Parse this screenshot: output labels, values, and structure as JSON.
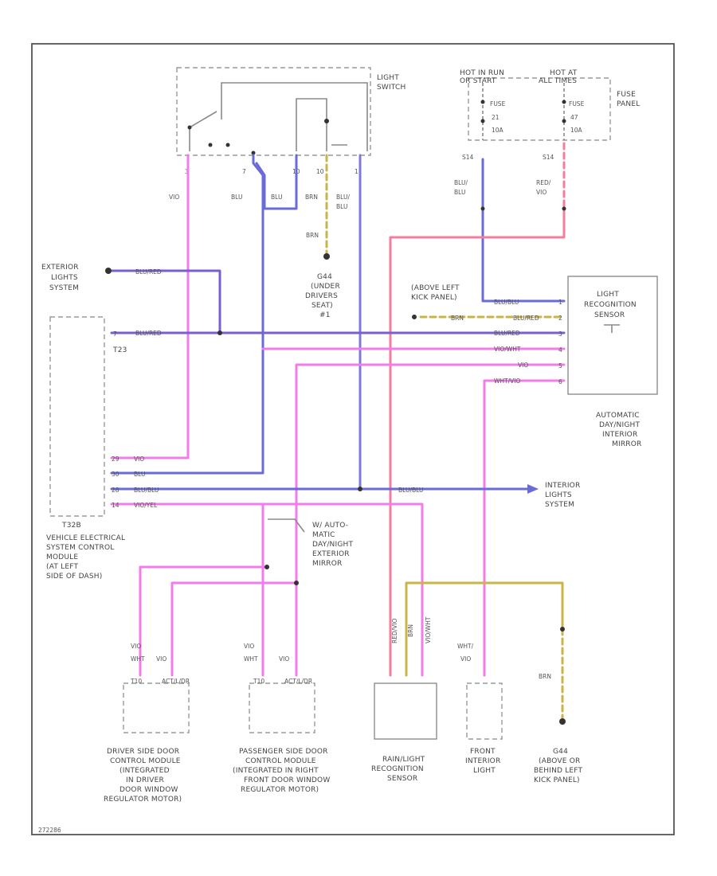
{
  "colors": {
    "pink": "#f27ce9",
    "blue": "#6a6ad8",
    "violet": "#7a5fcf",
    "red": "#f47c9c",
    "yellow": "#c9b44a",
    "gray": "#8a8a8a"
  },
  "labels": {
    "light_switch": [
      "LIGHT",
      "SWITCH"
    ],
    "hot_run": [
      "HOT IN RUN",
      "OR START"
    ],
    "hot_all": [
      "HOT AT",
      "ALL TIMES"
    ],
    "fuse_panel": [
      "FUSE",
      "PANEL"
    ],
    "fuse_left": [
      "FUSE",
      "21",
      "10A"
    ],
    "fuse_right": [
      "FUSE",
      "47",
      "10A"
    ],
    "ext_lights": [
      "EXTERIOR",
      "LIGHTS",
      "SYSTEM"
    ],
    "g44": [
      "G44",
      "(UNDER",
      "DRIVERS",
      "SEAT)",
      "#1"
    ],
    "above_left": [
      "(ABOVE LEFT",
      "KICK PANEL)"
    ],
    "light_sensor": [
      "LIGHT",
      "RECOGNITION",
      "SENSOR"
    ],
    "auto_sensor": [
      "AUTOMATIC",
      "DAY/NIGHT",
      "INTERIOR",
      "MIRROR"
    ],
    "int_lights": [
      "INTERIOR",
      "LIGHTS",
      "SYSTEM"
    ],
    "vesc": [
      "VEHICLE ELECTRICAL",
      "SYSTEM CONTROL",
      "MODULE",
      "(AT LEFT",
      "SIDE OF DASH)"
    ],
    "auto_ext_mirror": [
      "W/ AUTO-",
      "MATIC",
      "DAY/NIGHT",
      "EXTERIOR",
      "MIRROR"
    ],
    "driver_door": [
      "DRIVER SIDE DOOR",
      "CONTROL MODULE",
      "(INTEGRATED",
      "IN DRIVER",
      "DOOR WINDOW",
      "REGULATOR MOTOR)"
    ],
    "pass_door": [
      "PASSENGER SIDE DOOR",
      "CONTROL MODULE",
      "(INTEGRATED IN RIGHT",
      "FRONT DOOR WINDOW",
      "REGULATOR MOTOR)"
    ],
    "rain_sensor": [
      "RAIN/LIGHT",
      "RECOGNITION",
      "SENSOR"
    ],
    "front_int": [
      "FRONT",
      "INTERIOR",
      "LIGHT"
    ],
    "g44b": [
      "G44",
      "(ABOVE OR",
      "BEHIND LEFT",
      "KICK PANEL)"
    ],
    "t23": "T23",
    "t32b": "T32B",
    "code": "272286"
  },
  "wire_labels": {
    "vio": "VIO",
    "blu": "BLU",
    "brn": "BRN",
    "blu_blu": [
      "BLU/",
      "BLU"
    ],
    "blu_red": "BLU/RED",
    "blu_red2": "BLU/RED",
    "blu_red_s": "BLU/RED",
    "blu_red_s2": "BLU/RED",
    "vio_wht": "VIO/WHT",
    "vio_s": "VIO",
    "wht_vio": "WHT/VIO",
    "blu_blu2": "BLU/BLU",
    "blu_blu3": "BLU/BLU",
    "vio_yel": "VIO/YEL",
    "red_vio": [
      "RED/",
      "VIO"
    ],
    "blu_blu_v": [
      "BLU/",
      "BLU"
    ],
    "vio_d": "VIO",
    "wht_d": "WHT",
    "vio_p": "VIO",
    "wht_p": "WHT",
    "wht_f": "WHT/",
    "vio_f": "VIO",
    "brn_g": "BRN",
    "rain_a": "RED/VIO",
    "rain_b": "BRN",
    "rain_c": "VIO/WHT",
    "brn_s": "BRN"
  },
  "pins": {
    "ls_pins": [
      "3",
      "7",
      "10",
      "10",
      "1"
    ],
    "t23_pin": "7",
    "t32_pins": [
      "29",
      "30",
      "28",
      "14"
    ],
    "sensor_pins": [
      "1",
      "2",
      "3",
      "4",
      "5",
      "6"
    ],
    "drv_pins": [
      "T10",
      "ACT/L/DR"
    ],
    "pas_pins": [
      "T10",
      "ACT/L/DR"
    ],
    "fuse_tops": [
      "S14",
      "S14"
    ]
  }
}
